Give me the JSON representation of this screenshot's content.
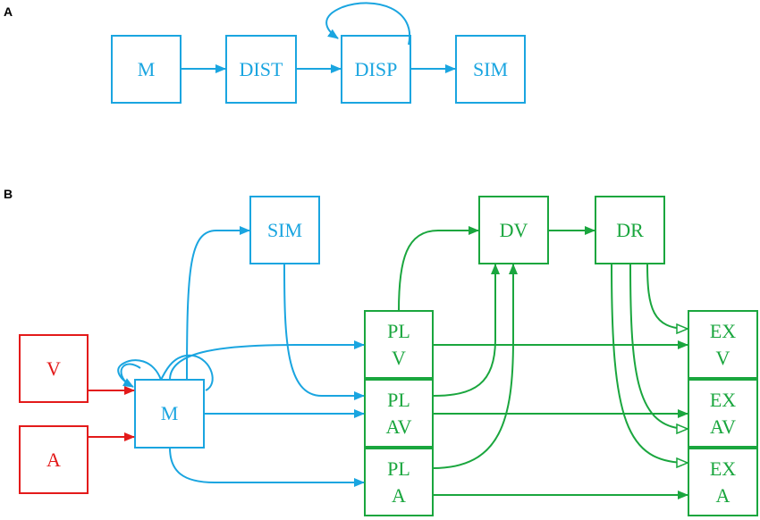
{
  "colors": {
    "blue": "#1aa5e0",
    "green": "#1aa63e",
    "red": "#e31a1a"
  },
  "panel_a": {
    "label": "A",
    "nodes": {
      "m": "M",
      "dist": "DIST",
      "disp": "DISP",
      "sim": "SIM"
    }
  },
  "panel_b": {
    "label": "B",
    "nodes": {
      "sim": "SIM",
      "dv": "DV",
      "dr": "DR",
      "v": "V",
      "a": "A",
      "m": "M",
      "pl_v": [
        "PL",
        "V"
      ],
      "pl_av": [
        "PL",
        "AV"
      ],
      "pl_a": [
        "PL",
        "A"
      ],
      "ex_v": [
        "EX",
        "V"
      ],
      "ex_av": [
        "EX",
        "AV"
      ],
      "ex_a": [
        "EX",
        "A"
      ]
    }
  }
}
